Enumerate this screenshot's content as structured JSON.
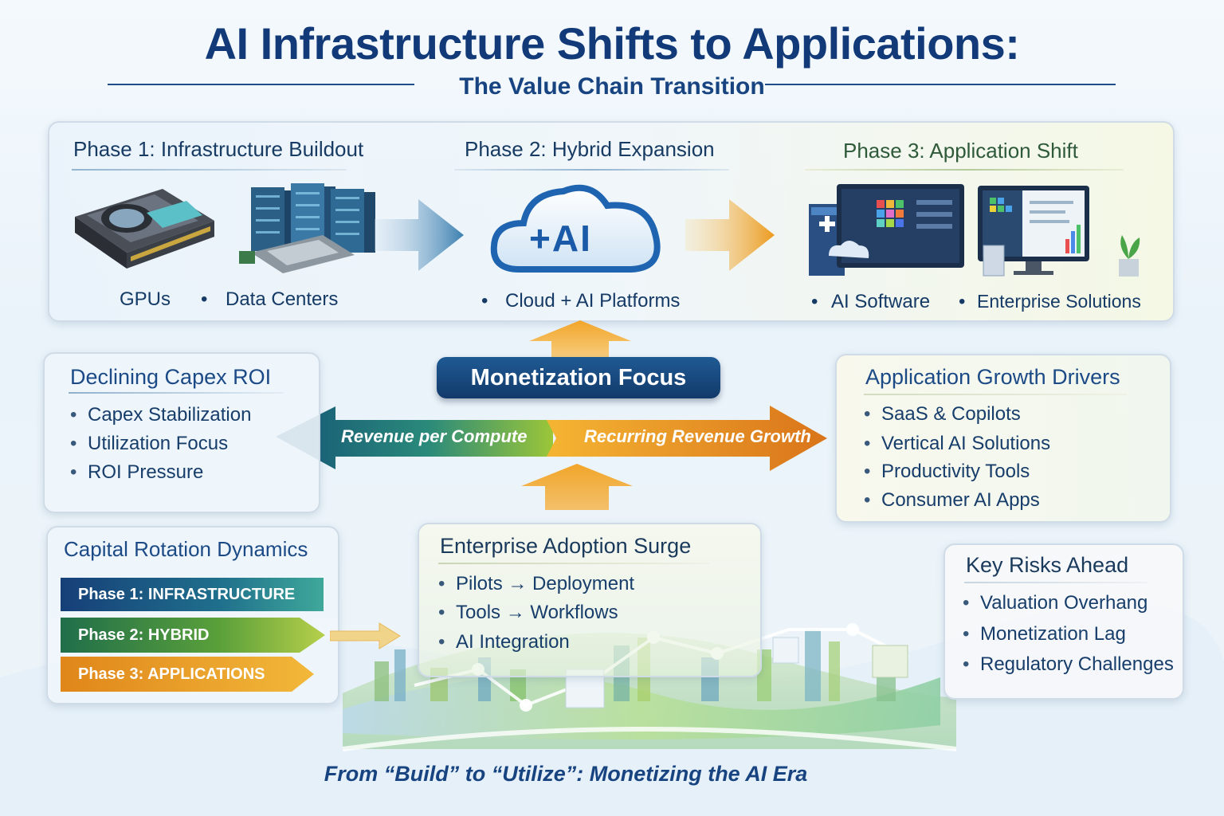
{
  "title": "AI Infrastructure Shifts to Applications:",
  "subtitle": "The Value Chain Transition",
  "phases": [
    {
      "heading": "Phase 1: Infrastructure Buildout",
      "items": [
        "GPUs",
        "Data Centers"
      ]
    },
    {
      "heading": "Phase 2: Hybrid Expansion",
      "items": [
        "Cloud + AI Platforms"
      ],
      "cloud_label": "+AI"
    },
    {
      "heading": "Phase 3: Application Shift",
      "items": [
        "AI Software",
        "Enterprise Solutions"
      ]
    }
  ],
  "center": {
    "banner": "Monetization Focus",
    "left_arrow": "Revenue per Compute",
    "right_arrow": "Recurring Revenue Growth"
  },
  "declining": {
    "heading": "Declining Capex ROI",
    "items": [
      "Capex Stabilization",
      "Utilization Focus",
      "ROI Pressure"
    ]
  },
  "drivers": {
    "heading": "Application Growth Drivers",
    "items": [
      "SaaS & Copilots",
      "Vertical AI Solutions",
      "Productivity Tools",
      "Consumer AI Apps"
    ]
  },
  "rotation": {
    "heading": "Capital Rotation Dynamics",
    "bars": [
      "Phase 1: INFRASTRUCTURE",
      "Phase 2: HYBRID",
      "Phase 3: APPLICATIONS"
    ]
  },
  "enterprise": {
    "heading": "Enterprise Adoption Surge",
    "items": [
      "Pilots → Deployment",
      "Tools → Workflows",
      "AI Integration"
    ]
  },
  "risks": {
    "heading": "Key Risks Ahead",
    "items": [
      "Valuation Overhang",
      "Monetization Lag",
      "Regulatory Challenges"
    ]
  },
  "footer": "From “Build” to “Utilize”: Monetizing the AI Era",
  "colors": {
    "navy": "#123a78",
    "blue_arrow": "#1f5f8f",
    "orange_arrow": "#e8931c",
    "green": "#4a9a3a",
    "teal": "#1e7a8c"
  },
  "icons": [
    "gpu-card-icon",
    "server-racks-icon",
    "ai-cloud-icon",
    "monitor-dashboard-icon",
    "analytics-monitor-icon",
    "plant-icon"
  ]
}
